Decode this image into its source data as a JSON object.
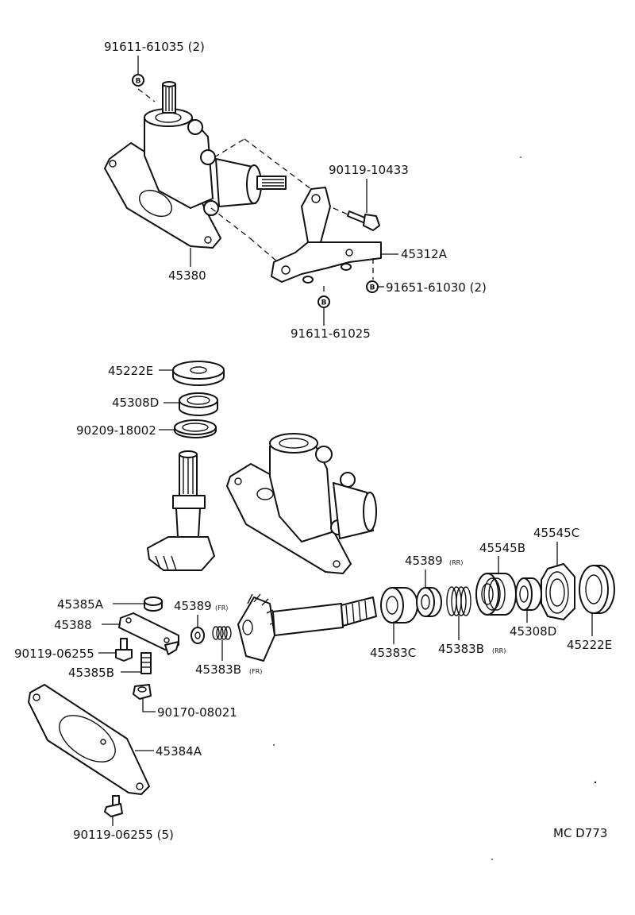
{
  "labels": {
    "p91611_61035": "91611-61035 (2)",
    "p45380": "45380",
    "p90119_10433": "90119-10433",
    "p45312A": "45312A",
    "p91651_61030": "91651-61030 (2)",
    "p91611_61025": "91611-61025",
    "p45222E_top": "45222E",
    "p45308D_top": "45308D",
    "p90209_18002": "90209-18002",
    "p45385A": "45385A",
    "p45388": "45388",
    "p90119_06255": "90119-06255",
    "p45385B": "45385B",
    "p45389_fr": "45389",
    "p45389_fr_sub": "(FR)",
    "p45383B_fr": "45383B",
    "p45383B_fr_sub": "(FR)",
    "p90170_08021": "90170-08021",
    "p45384A": "45384A",
    "p90119_06255_5": "90119-06255 (5)",
    "p45389_rr": "45389",
    "p45389_rr_sub": "(RR)",
    "p45545B": "45545B",
    "p45545C": "45545C",
    "p45383C": "45383C",
    "p45383B_rr": "45383B",
    "p45383B_rr_sub": "(RR)",
    "p45308D_side": "45308D",
    "p45222E_side": "45222E",
    "diagram_code": "MC  D773"
  },
  "bolt_marker": "B"
}
